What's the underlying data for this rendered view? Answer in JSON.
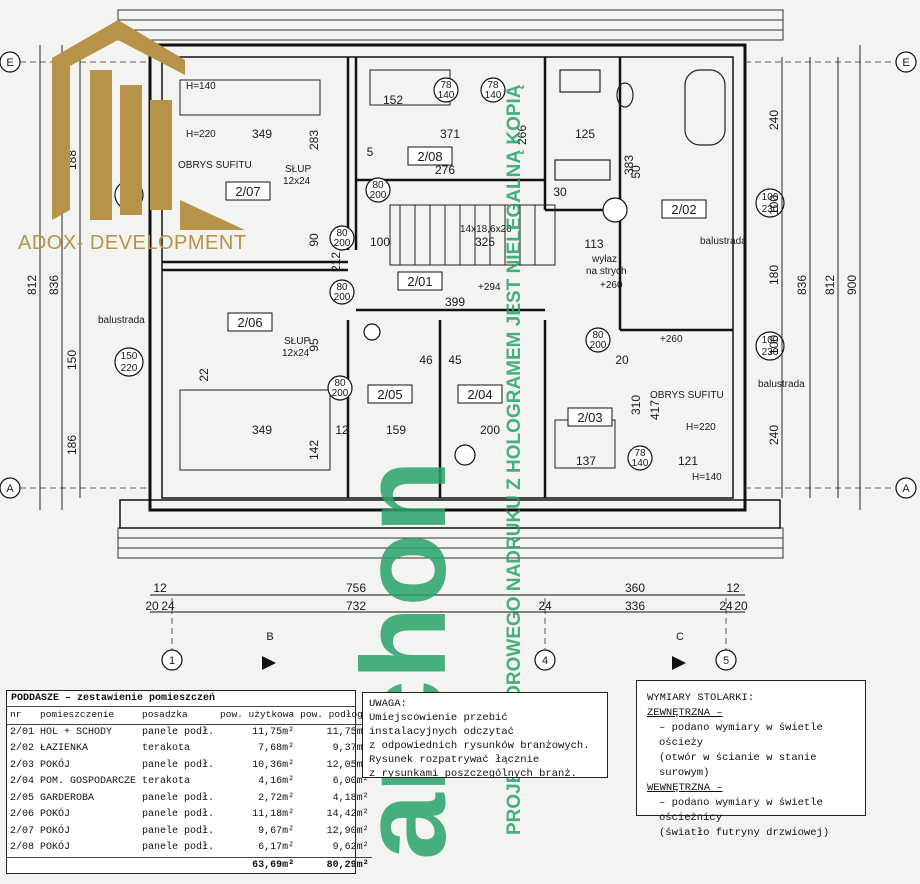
{
  "logo": {
    "text": "ADOX- DEVELOPMENT"
  },
  "watermark": {
    "vertical_text": "PROJEKT KOLOROWEGO NADRUKU Z HOLOGRAMEM JEST NIELEGALNĄ KOPIĄ",
    "logo_text": "archon"
  },
  "rooms": [
    {
      "id": "2/01",
      "label": "2/01"
    },
    {
      "id": "2/02",
      "label": "2/02"
    },
    {
      "id": "2/03",
      "label": "2/03"
    },
    {
      "id": "2/04",
      "label": "2/04"
    },
    {
      "id": "2/05",
      "label": "2/05"
    },
    {
      "id": "2/06",
      "label": "2/06"
    },
    {
      "id": "2/07",
      "label": "2/07"
    },
    {
      "id": "2/08",
      "label": "2/08"
    }
  ],
  "plan_labels": {
    "obrys_sufitu": "OBRYS SUFITU",
    "slup": "SŁUP",
    "slup_size": "12x24",
    "balustrada": "balustrada",
    "wylaz": "wyłaz",
    "na_strych": "na strych",
    "stairs": "14x18,6x26",
    "level_260": "+260",
    "level_294": "+294",
    "h140": "H=140",
    "h220": "H=220"
  },
  "dimensions": {
    "bottom_row1": [
      "12",
      "756",
      "360",
      "12"
    ],
    "bottom_row2": [
      "20",
      "24",
      "732",
      "24",
      "336",
      "24",
      "20"
    ],
    "left_total": [
      "812",
      "836"
    ],
    "left_parts": [
      "188",
      "150",
      "186"
    ],
    "right_total": [
      "836",
      "812",
      "900"
    ],
    "right_parts": [
      "240",
      "100",
      "180",
      "100",
      "240"
    ],
    "interior": [
      "349",
      "283",
      "371",
      "266",
      "152",
      "125",
      "383",
      "276",
      "100",
      "325",
      "399",
      "113",
      "349",
      "142",
      "159",
      "200",
      "137",
      "121",
      "310",
      "417",
      "212",
      "90",
      "95",
      "22",
      "46",
      "45",
      "20",
      "12",
      "5",
      "50",
      "30"
    ],
    "doors": [
      {
        "w": "90",
        "h": "220"
      },
      {
        "w": "80",
        "h": "200"
      },
      {
        "w": "80",
        "h": "200"
      },
      {
        "w": "80",
        "h": "200"
      },
      {
        "w": "100",
        "h": "230"
      },
      {
        "w": "150",
        "h": "220"
      },
      {
        "w": "80",
        "h": "200"
      },
      {
        "w": "100",
        "h": "230"
      },
      {
        "w": "80",
        "h": "200"
      },
      {
        "w": "78",
        "h": "140"
      },
      {
        "w": "78",
        "h": "140"
      },
      {
        "w": "78",
        "h": "140"
      }
    ]
  },
  "axes": {
    "vertical": [
      "1",
      "4",
      "5"
    ],
    "horizontal": [
      "E",
      "A"
    ],
    "sections": [
      "B",
      "C"
    ]
  },
  "legend": {
    "title": "PODDASZE  –  zestawienie pomieszczeń",
    "headers": [
      "nr",
      "pomieszczenie",
      "posadzka",
      "pow. użytkowa",
      "pow. podłogi"
    ],
    "rows": [
      [
        "2/01",
        "HOL + SCHODY",
        "panele podł.",
        "11,75m²",
        "11,75m²"
      ],
      [
        "2/02",
        "ŁAZIENKA",
        "terakota",
        "7,68m²",
        "9,37m²"
      ],
      [
        "2/03",
        "POKÓJ",
        "panele podł.",
        "10,36m²",
        "12,05m²"
      ],
      [
        "2/04",
        "POM. GOSPODARCZE",
        "terakota",
        "4,16m²",
        "6,00m²"
      ],
      [
        "2/05",
        "GARDEROBA",
        "panele podł.",
        "2,72m²",
        "4,18m²"
      ],
      [
        "2/06",
        "POKÓJ",
        "panele podł.",
        "11,18m²",
        "14,42m²"
      ],
      [
        "2/07",
        "POKÓJ",
        "panele podł.",
        "9,67m²",
        "12,90m²"
      ],
      [
        "2/08",
        "POKÓJ",
        "panele podł.",
        "6,17m²",
        "9,62m²"
      ]
    ],
    "total_usable": "63,69m²",
    "total_floor": "80,29m²"
  },
  "uwaga": {
    "title": "UWAGA:",
    "lines": [
      "Umiejscowienie przebić instalacyjnych odczytać",
      "z odpowiednich rysunków branżowych.",
      "Rysunek rozpatrywać łącznie",
      "z rysunkami poszczególnych branż."
    ]
  },
  "stolarka": {
    "title": "WYMIARY STOLARKI:",
    "ext_title": "ZEWNĘTRZNA –",
    "ext_lines": [
      "– podano wymiary w świetle ościeży",
      "(otwór w ścianie w stanie surowym)"
    ],
    "int_title": "WEWNĘTRZNA –",
    "int_lines": [
      "– podano wymiary w świetle ościeżnicy",
      "(światło futryny drzwiowej)"
    ]
  },
  "colors": {
    "ink": "#1a1a1a",
    "watermark": "#2aa36b",
    "logo_gold": "#b7934a",
    "paper": "#f3f3f1"
  }
}
